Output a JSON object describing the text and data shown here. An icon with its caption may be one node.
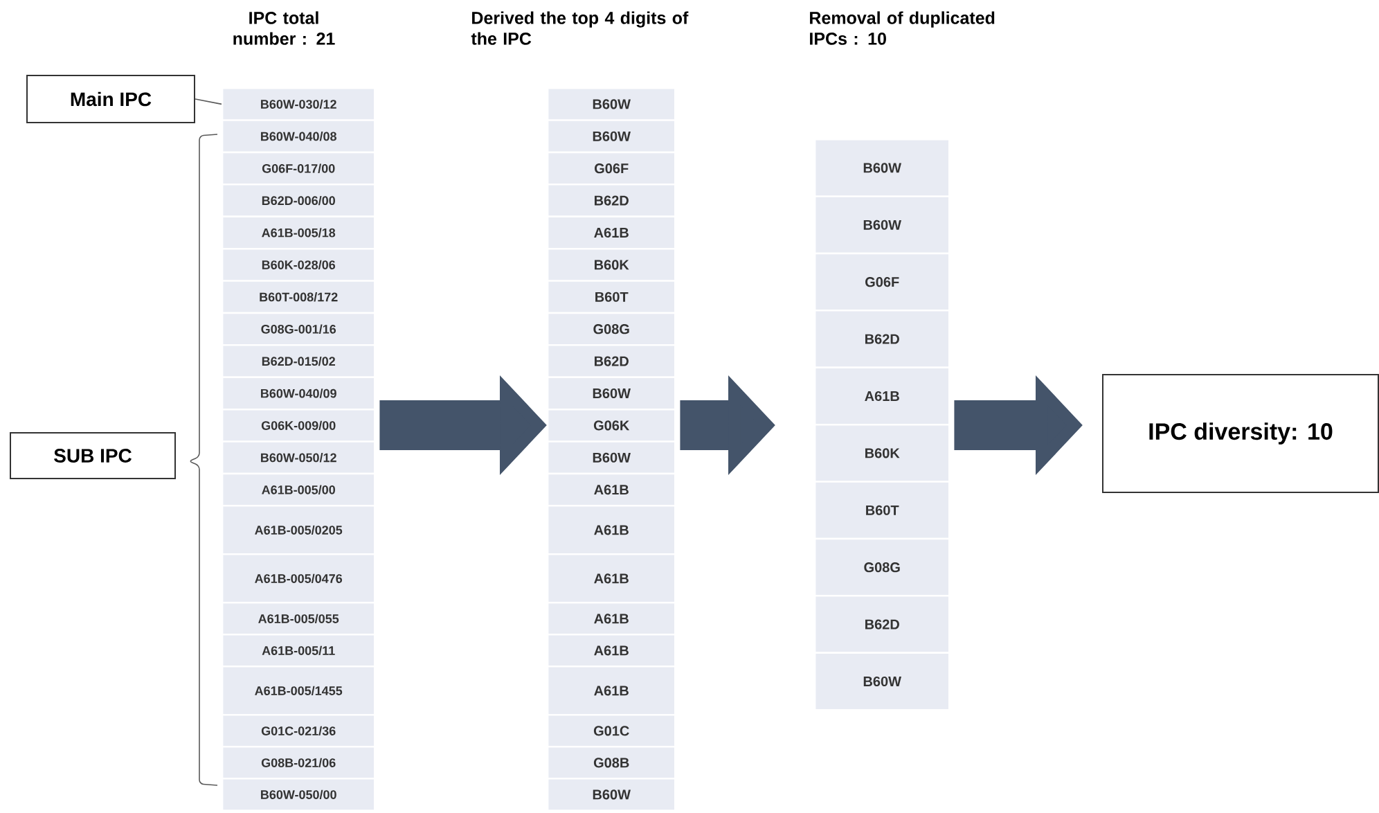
{
  "diagram": {
    "nodes": [
      {
        "text": [
          "Main IPC"
        ]
      },
      {
        "text": [
          "SUB IPC"
        ]
      },
      {
        "text": [
          "B60W-030/12"
        ]
      },
      {
        "text": [
          "B60W-040/08"
        ]
      },
      {
        "text": [
          "G06F-017/00"
        ]
      },
      {
        "text": [
          "B62D-006/00"
        ]
      },
      {
        "text": [
          "A61B-005/18"
        ]
      },
      {
        "text": [
          "B60K-028/06"
        ]
      },
      {
        "text": [
          "B60T-008/172"
        ]
      },
      {
        "text": [
          "G08G-001/16"
        ]
      },
      {
        "text": [
          "B62D-015/02"
        ]
      },
      {
        "text": [
          "B60W-040/09"
        ]
      },
      {
        "text": [
          "G06K-009/00"
        ]
      },
      {
        "text": [
          "B60W-050/12"
        ]
      },
      {
        "text": [
          "A61B-005/00"
        ]
      },
      {
        "text": [
          "A61B-005/0205"
        ]
      },
      {
        "text": [
          "A61B-005/0476"
        ]
      },
      {
        "text": [
          "A61B-005/055"
        ]
      },
      {
        "text": [
          "A61B-005/11"
        ]
      },
      {
        "text": [
          "A61B-005/1455"
        ]
      },
      {
        "text": [
          "G01C-021/36"
        ]
      },
      {
        "text": [
          "G08B-021/06"
        ]
      },
      {
        "text": [
          "B60W-050/00"
        ]
      },
      {
        "text": [
          "B60W"
        ]
      },
      {
        "text": [
          "B60W"
        ]
      },
      {
        "text": [
          "G06F"
        ]
      },
      {
        "text": [
          "B62D"
        ]
      },
      {
        "text": [
          "A61B"
        ]
      },
      {
        "text": [
          "B60K"
        ]
      },
      {
        "text": [
          "B60T"
        ]
      },
      {
        "text": [
          "G08G"
        ]
      },
      {
        "text": [
          "B62D"
        ]
      },
      {
        "text": [
          "B60W"
        ]
      },
      {
        "text": [
          "G06K"
        ]
      },
      {
        "text": [
          "B60W"
        ]
      },
      {
        "text": [
          "A61B"
        ]
      },
      {
        "text": [
          "A61B"
        ]
      },
      {
        "text": [
          "A61B"
        ]
      },
      {
        "text": [
          "A61B"
        ]
      },
      {
        "text": [
          "A61B"
        ]
      },
      {
        "text": [
          "A61B"
        ]
      },
      {
        "text": [
          "G01C"
        ]
      },
      {
        "text": [
          "G08B"
        ]
      },
      {
        "text": [
          "B60W"
        ]
      },
      {
        "text": [
          "B60W"
        ]
      },
      {
        "text": [
          "B60W"
        ]
      },
      {
        "text": [
          "G06F"
        ]
      },
      {
        "text": [
          "B62D"
        ]
      },
      {
        "text": [
          "A61B"
        ]
      },
      {
        "text": [
          "B60K"
        ]
      },
      {
        "text": [
          "B60T"
        ]
      },
      {
        "text": [
          "G08G"
        ]
      },
      {
        "text": [
          "B62D"
        ]
      },
      {
        "text": [
          "B60W"
        ]
      },
      {
        "text": [
          "IPC diversity: 10"
        ]
      }
    ],
    "edges": [
      {
        "from": 0,
        "to": 2,
        "arrow": "none"
      },
      {
        "from": 12,
        "to": 34,
        "arrow": "to"
      },
      {
        "from": 33,
        "to": 49,
        "arrow": "to"
      },
      {
        "from": 49,
        "to": 54,
        "arrow": "to"
      }
    ],
    "labels": [
      "IPC total number : 21",
      "Derived the top 4 digits of the IPC",
      "Removal of duplicated IPCs : 10"
    ]
  }
}
